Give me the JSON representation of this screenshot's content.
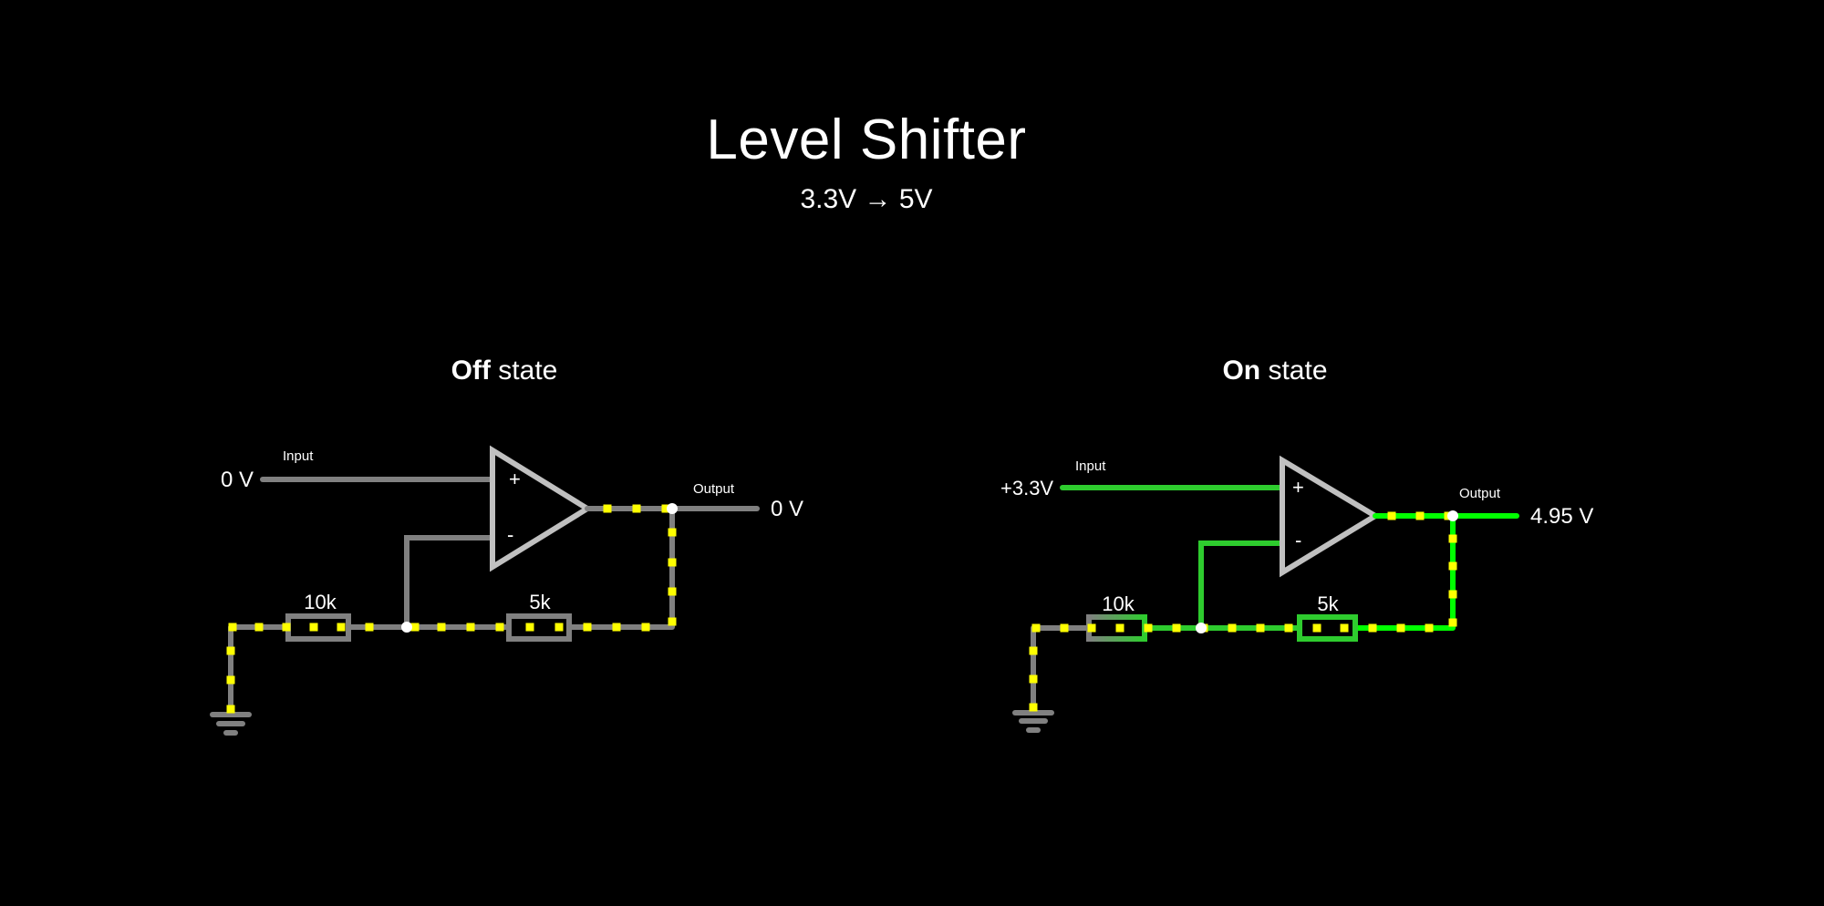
{
  "header": {
    "title": "Level Shifter",
    "subtitle": "3.3V → 5V"
  },
  "colors": {
    "background": "#000000",
    "wire_off": "#808080",
    "wire_on": "#2ecc2e",
    "wire_on_bright": "#00ff00",
    "current_dot": "#ffff00",
    "opamp": "#c0c0c0",
    "node": "#ffffff"
  },
  "circuits": [
    {
      "state_bold": "Off",
      "state_rest": " state",
      "input_label": "Input",
      "input_voltage": "0 V",
      "output_label": "Output",
      "output_voltage": "0 V",
      "plus_sign": "+",
      "minus_sign": "-",
      "r1_label": "10k",
      "r2_label": "5k",
      "powered": false
    },
    {
      "state_bold": "On",
      "state_rest": " state",
      "input_label": "Input",
      "input_voltage": "+3.3V",
      "output_label": "Output",
      "output_voltage": "4.95 V",
      "plus_sign": "+",
      "minus_sign": "-",
      "r1_label": "10k",
      "r2_label": "5k",
      "powered": true
    }
  ]
}
